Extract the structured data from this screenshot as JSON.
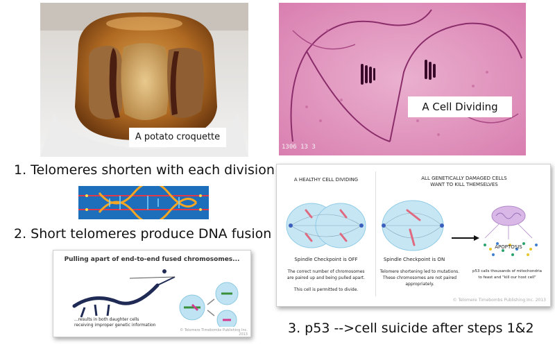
{
  "croquette": {
    "caption": "A potato croquette"
  },
  "cell_photo": {
    "caption": "A Cell Dividing",
    "stamp": "1306 13 3"
  },
  "steps": {
    "step1": "1. Telomeres shorten with each division",
    "step2": "2.  Short telomeres produce DNA fusion",
    "step3": "3. p53 -->cell suicide after steps 1&2"
  },
  "fusion_panel": {
    "title": "Pulling apart of end-to-end fused chromosomes...",
    "note": "...results in both daughter cells receiving improper genetic information",
    "footer": "© Telomere Timebombs Publishing Inc. 2013"
  },
  "checkpoint_panel": {
    "left_title": "A HEALTHY CELL DIVIDING",
    "right_title_line1": "ALL GENETICALLY DAMAGED CELLS",
    "right_title_line2": "WANT TO KILL THEMSELVES",
    "left_label": "Spindle Checkpoint is OFF",
    "middle_label": "Spindle Checkpoint is ON",
    "apoptosis_label": "APOPTOSIS",
    "left_desc_line1": "The correct number of chromosomes",
    "left_desc_line2": "are paired up and being pulled apart.",
    "left_desc_line3": "This cell is permitted to divide.",
    "middle_desc_line1": "Telomere shortening led to mutations.",
    "middle_desc_line2": "These chromosomes are not paired",
    "middle_desc_line3": "appropriately.",
    "right_desc_line1": "p53 calls thousands of mitochondria",
    "right_desc_line2": "to feast and \"kill our host cell\"",
    "footer": "© Telomere Timebombs Publishing Inc. 2013"
  }
}
